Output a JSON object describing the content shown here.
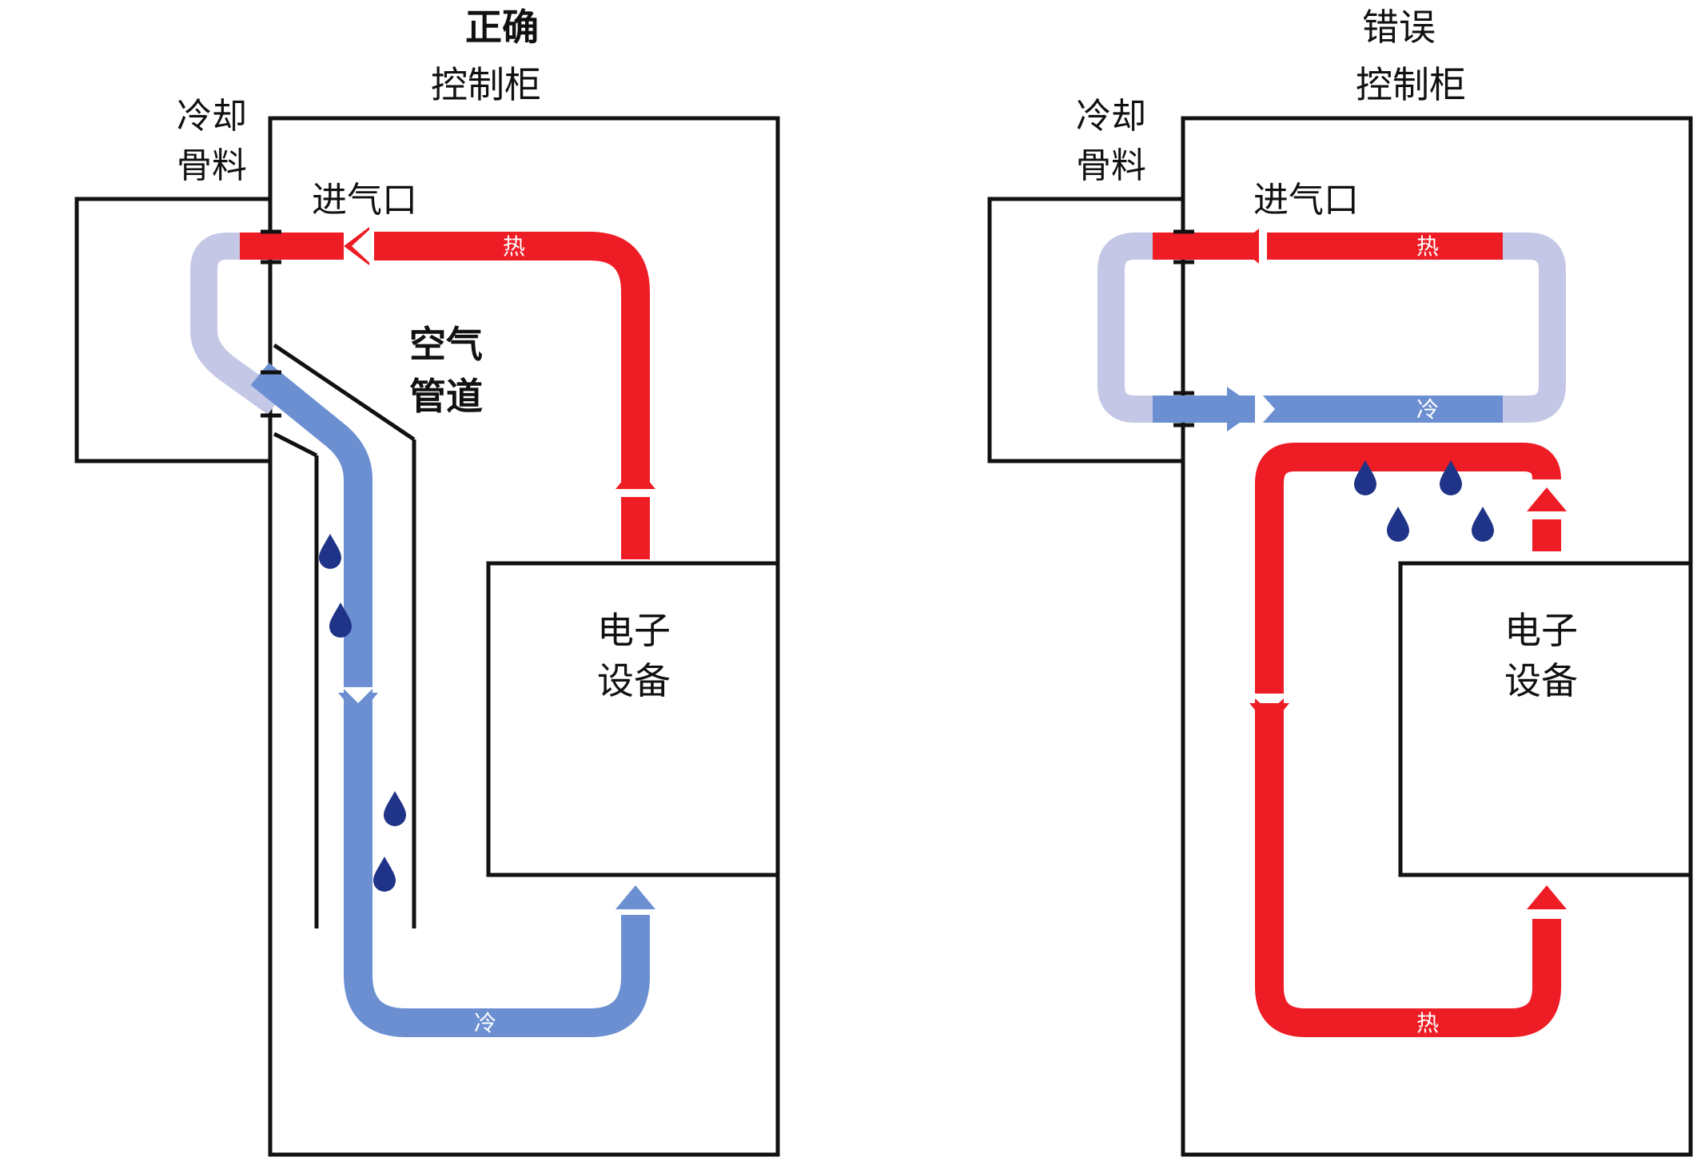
{
  "colors": {
    "hot": "#ee1c25",
    "cold": "#6b8fd1",
    "pale": "#c4c8e6",
    "drop": "#1f3388",
    "line": "#111111"
  },
  "correct": {
    "title": "正确",
    "cabinet_label": "控制柜",
    "cooler_label_1": "冷却",
    "cooler_label_2": "骨料",
    "inlet_label": "进气口",
    "duct_label_1": "空气",
    "duct_label_2": "管道",
    "equipment_label_1": "电子",
    "equipment_label_2": "设备",
    "hot_flow_label": "热",
    "cold_flow_label": "冷"
  },
  "wrong": {
    "title": "错误",
    "cabinet_label": "控制柜",
    "cooler_label_1": "冷却",
    "cooler_label_2": "骨料",
    "inlet_label": "进气口",
    "equipment_label_1": "电子",
    "equipment_label_2": "设备",
    "hot_flow_label_top": "热",
    "cold_flow_label": "冷",
    "hot_flow_label_bottom": "热"
  }
}
